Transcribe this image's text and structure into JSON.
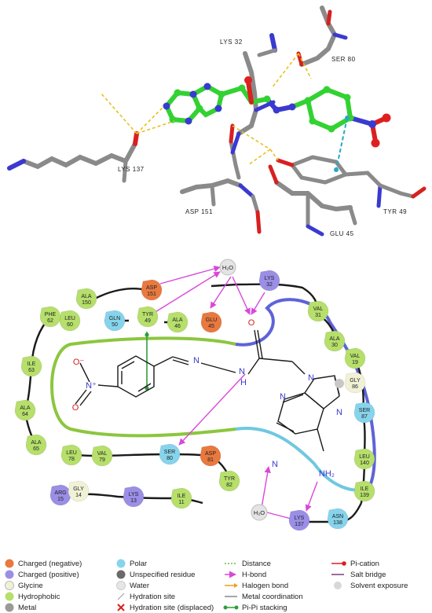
{
  "structure_3d": {
    "labels": [
      "LYS 32",
      "SER 80",
      "LYS 137",
      "ASP 151",
      "GLU 45",
      "TYR 49"
    ]
  },
  "residues": [
    {
      "name": "ASP",
      "num": "151",
      "type": "negative"
    },
    {
      "name": "ALA",
      "num": "150",
      "type": "hydrophobic"
    },
    {
      "name": "LEU",
      "num": "60",
      "type": "hydrophobic"
    },
    {
      "name": "PHE",
      "num": "62",
      "type": "hydrophobic"
    },
    {
      "name": "ILE",
      "num": "63",
      "type": "hydrophobic"
    },
    {
      "name": "ALA",
      "num": "64",
      "type": "hydrophobic"
    },
    {
      "name": "ALA",
      "num": "65",
      "type": "hydrophobic"
    },
    {
      "name": "GLN",
      "num": "50",
      "type": "polar"
    },
    {
      "name": "TYR",
      "num": "49",
      "type": "hydrophobic"
    },
    {
      "name": "ALA",
      "num": "46",
      "type": "hydrophobic"
    },
    {
      "name": "GLU",
      "num": "45",
      "type": "negative"
    },
    {
      "name": "LYS",
      "num": "32",
      "type": "positive"
    },
    {
      "name": "VAL",
      "num": "31",
      "type": "hydrophobic"
    },
    {
      "name": "ALA",
      "num": "30",
      "type": "hydrophobic"
    },
    {
      "name": "VAL",
      "num": "19",
      "type": "hydrophobic"
    },
    {
      "name": "GLY",
      "num": "86",
      "type": "glycine"
    },
    {
      "name": "SER",
      "num": "87",
      "type": "polar"
    },
    {
      "name": "LEU",
      "num": "140",
      "type": "hydrophobic"
    },
    {
      "name": "ILE",
      "num": "139",
      "type": "hydrophobic"
    },
    {
      "name": "ASN",
      "num": "138",
      "type": "polar"
    },
    {
      "name": "LYS",
      "num": "137",
      "type": "positive"
    },
    {
      "name": "LEU",
      "num": "78",
      "type": "hydrophobic"
    },
    {
      "name": "VAL",
      "num": "79",
      "type": "hydrophobic"
    },
    {
      "name": "SER",
      "num": "80",
      "type": "polar"
    },
    {
      "name": "ASP",
      "num": "81",
      "type": "negative"
    },
    {
      "name": "TYR",
      "num": "82",
      "type": "hydrophobic"
    },
    {
      "name": "ARG",
      "num": "15",
      "type": "positive"
    },
    {
      "name": "GLY",
      "num": "14",
      "type": "glycine"
    },
    {
      "name": "LYS",
      "num": "13",
      "type": "positive"
    },
    {
      "name": "ILE",
      "num": "11",
      "type": "hydrophobic"
    }
  ],
  "waters": [
    {
      "label": "H₂O"
    },
    {
      "label": "H₂O"
    }
  ],
  "ligand_atoms": {
    "o_minus": "O⁻",
    "n_plus": "N⁺",
    "o_nitro": "O",
    "n1": "N",
    "nh": "N",
    "h": "H",
    "o_carbonyl": "O",
    "n_ring1": "N",
    "n_ring2": "N",
    "n_ring3": "N",
    "n_ring4": "N",
    "nh2": "NH₂"
  },
  "legend": {
    "col1": [
      "Charged (negative)",
      "Charged (positive)",
      "Glycine",
      "Hydrophobic",
      "Metal"
    ],
    "col2": [
      "Polar",
      "Unspecified residue",
      "Water",
      "Hydration site",
      "Hydration site (displaced)"
    ],
    "col3": [
      "Distance",
      "H-bond",
      "Halogen bond",
      "Metal coordination",
      "Pi-Pi stacking"
    ],
    "col4": [
      "Pi-cation",
      "Salt bridge",
      "Solvent exposure"
    ]
  },
  "colors": {
    "negative": "#e8793f",
    "positive": "#9b8ee6",
    "glycine": "#f1f1d6",
    "hydrophobic": "#b6df6b",
    "polar": "#86d4ec",
    "hbond": "#d947d9",
    "pipi": "#2e9e3a",
    "pocket_green": "#8cc63f",
    "pocket_blue": "#5e63d8",
    "pocket_cyan": "#6fc8e0"
  }
}
